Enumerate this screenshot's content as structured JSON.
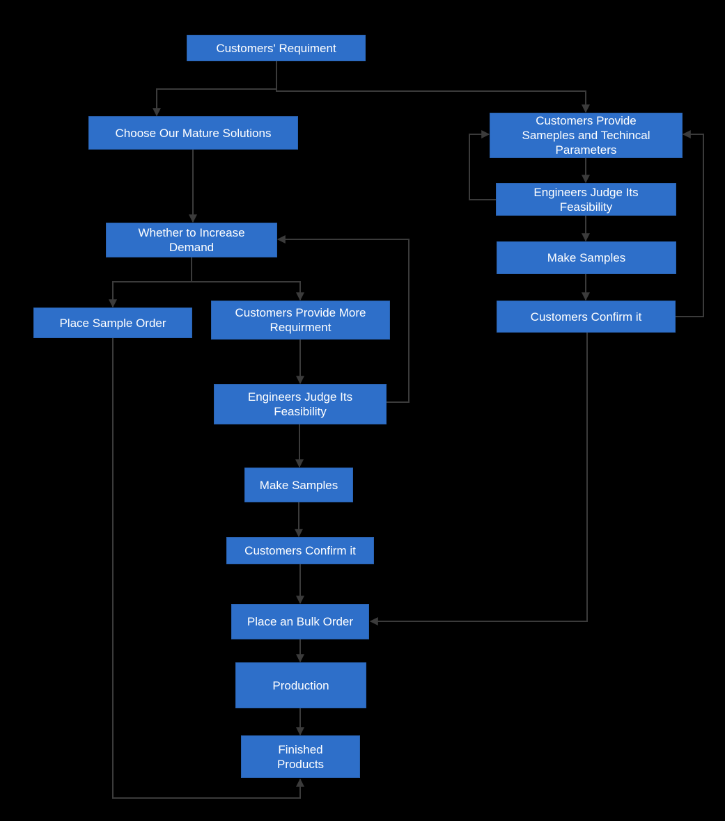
{
  "diagram": {
    "type": "flowchart",
    "colors": {
      "background": "#000000",
      "node_fill": "#2E6FC9",
      "node_border": "#2A63B2",
      "connector": "#3B3B3B",
      "text": "#FFFFFF"
    },
    "nodes": {
      "customers_requirement": {
        "label": "Customers' Requiment"
      },
      "choose_solutions": {
        "label": "Choose Our Mature Solutions"
      },
      "provide_samples": {
        "label": "Customers Provide\nSameples and Techincal\nParameters"
      },
      "engineers_right": {
        "label": "Engineers Judge Its\nFeasibility"
      },
      "make_samples_right": {
        "label": "Make Samples"
      },
      "confirm_right": {
        "label": "Customers Confirm it"
      },
      "whether_increase": {
        "label": "Whether to Increase\nDemand"
      },
      "place_sample_order": {
        "label": "Place Sample Order"
      },
      "more_requirement": {
        "label": "Customers Provide More\nRequirment"
      },
      "engineers_left": {
        "label": "Engineers Judge Its\nFeasibility"
      },
      "make_samples_left": {
        "label": "Make Samples"
      },
      "confirm_left": {
        "label": "Customers Confirm it"
      },
      "bulk_order": {
        "label": "Place an Bulk Order"
      },
      "production": {
        "label": "Production"
      },
      "finished_products": {
        "label": "Finished\nProducts"
      }
    },
    "edges": [
      {
        "from": "customers_requirement",
        "to": "choose_solutions"
      },
      {
        "from": "customers_requirement",
        "to": "provide_samples"
      },
      {
        "from": "choose_solutions",
        "to": "whether_increase"
      },
      {
        "from": "whether_increase",
        "to": "place_sample_order"
      },
      {
        "from": "whether_increase",
        "to": "more_requirement"
      },
      {
        "from": "more_requirement",
        "to": "engineers_left"
      },
      {
        "from": "engineers_left",
        "to": "whether_increase"
      },
      {
        "from": "engineers_left",
        "to": "make_samples_left"
      },
      {
        "from": "make_samples_left",
        "to": "confirm_left"
      },
      {
        "from": "confirm_left",
        "to": "bulk_order"
      },
      {
        "from": "bulk_order",
        "to": "production"
      },
      {
        "from": "production",
        "to": "finished_products"
      },
      {
        "from": "place_sample_order",
        "to": "finished_products"
      },
      {
        "from": "provide_samples",
        "to": "engineers_right"
      },
      {
        "from": "engineers_right",
        "to": "provide_samples"
      },
      {
        "from": "engineers_right",
        "to": "make_samples_right"
      },
      {
        "from": "make_samples_right",
        "to": "confirm_right"
      },
      {
        "from": "confirm_right",
        "to": "provide_samples"
      },
      {
        "from": "confirm_right",
        "to": "bulk_order"
      }
    ]
  }
}
